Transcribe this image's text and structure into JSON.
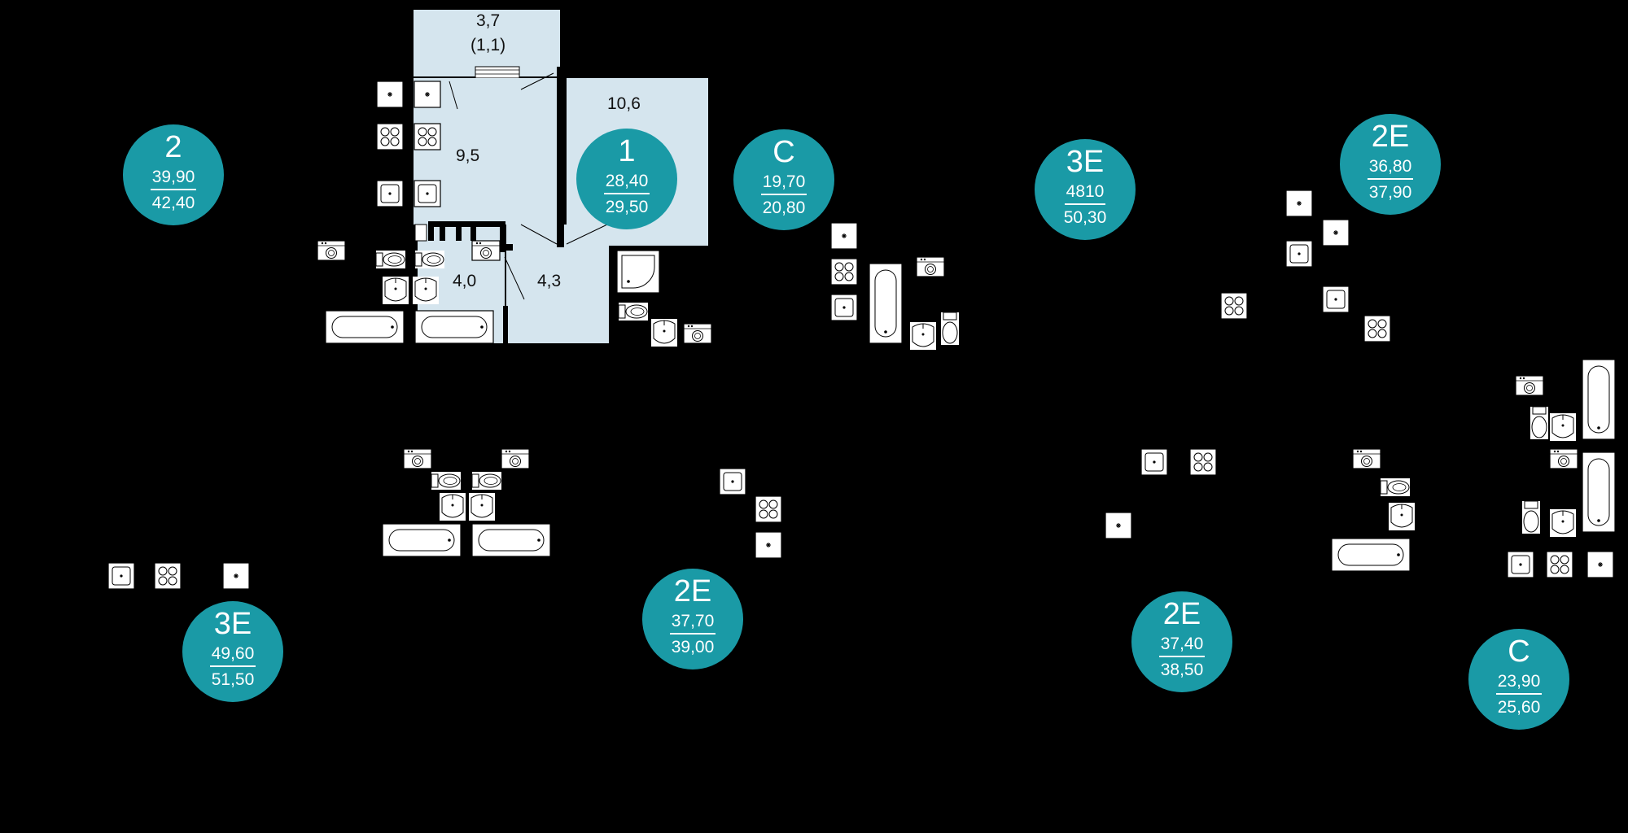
{
  "colors": {
    "background": "#000000",
    "badge": "#1a9aa6",
    "room_fill": "#d5e5ee",
    "fixture_fill": "#ffffff",
    "wall": "#000000"
  },
  "badges": [
    {
      "type": "2",
      "area_living": "39,90",
      "area_total": "42,40"
    },
    {
      "type": "1",
      "area_living": "28,40",
      "area_total": "29,50"
    },
    {
      "type": "C",
      "area_living": "19,70",
      "area_total": "20,80"
    },
    {
      "type": "3E",
      "area_living": "4810",
      "area_total": "50,30"
    },
    {
      "type": "2E",
      "area_living": "36,80",
      "area_total": "37,90"
    },
    {
      "type": "3E",
      "area_living": "49,60",
      "area_total": "51,50"
    },
    {
      "type": "2E",
      "area_living": "37,70",
      "area_total": "39,00"
    },
    {
      "type": "2E",
      "area_living": "37,40",
      "area_total": "38,50"
    },
    {
      "type": "C",
      "area_living": "23,90",
      "area_total": "25,60"
    }
  ],
  "rooms": {
    "balcony_area": "3,7",
    "balcony_reduced": "(1,1)",
    "living_room": "10,6",
    "kitchen": "9,5",
    "bathroom": "4,0",
    "hallway": "4,3"
  },
  "fixture_icons": [
    "fridge-icon",
    "stove-icon",
    "sink-icon",
    "washer-icon",
    "toilet-icon",
    "bathtub-icon",
    "shower-icon",
    "washbasin-icon"
  ]
}
